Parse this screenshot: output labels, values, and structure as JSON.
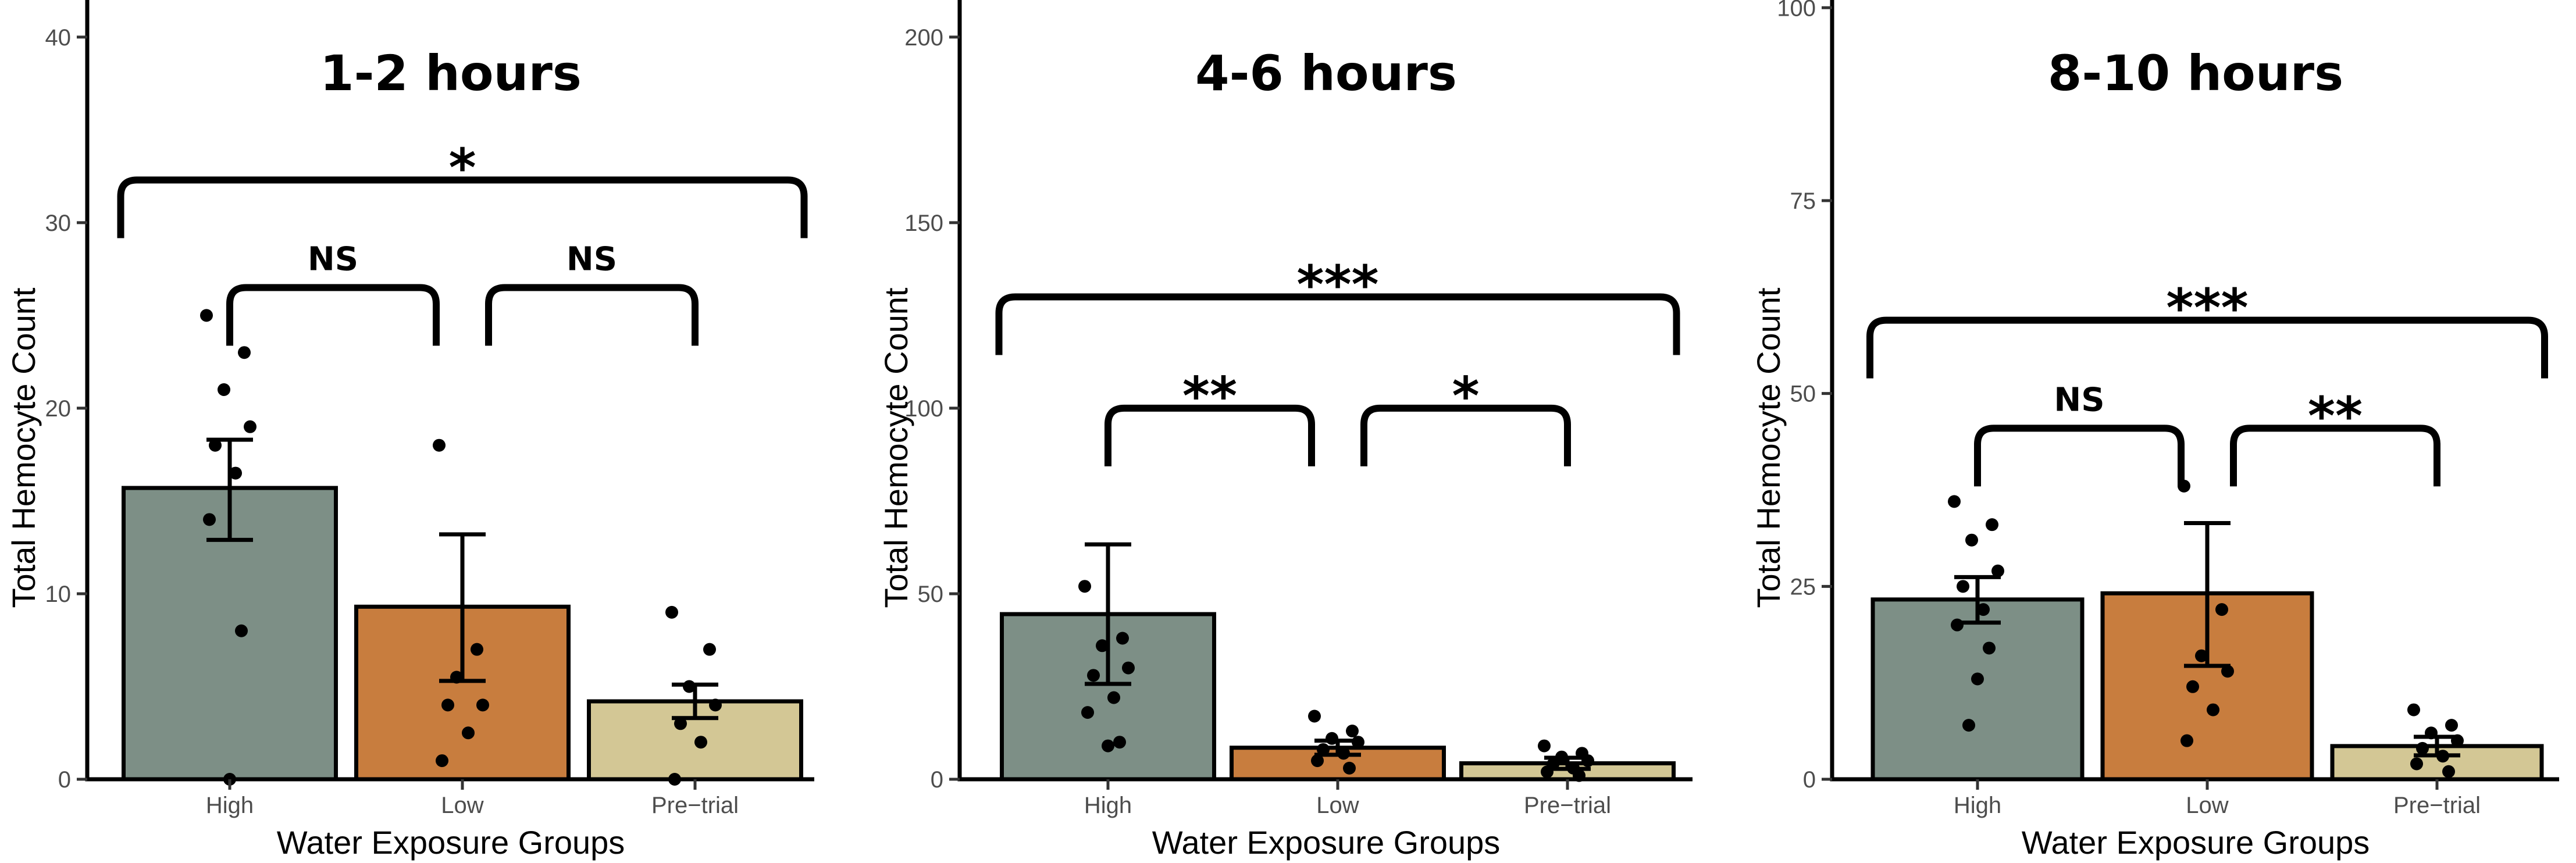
{
  "chart_data": [
    {
      "type": "bar",
      "title": "1-2 hours",
      "xlabel": "Water Exposure Groups",
      "ylabel": "Total Hemocyte Count",
      "categories": [
        "High",
        "Low",
        "Pre−trial"
      ],
      "colors": [
        "#7d8f86",
        "#c87d3e",
        "#d3c795"
      ],
      "values": [
        15.7,
        9.3,
        4.2
      ],
      "errors": [
        [
          12.9,
          18.3
        ],
        [
          5.3,
          13.2
        ],
        [
          3.3,
          5.1
        ]
      ],
      "points": [
        [
          25,
          23,
          21,
          19,
          18,
          16.5,
          14,
          8,
          0
        ],
        [
          18,
          7,
          5.5,
          4,
          4,
          2.5,
          1
        ],
        [
          9,
          7,
          5,
          4,
          3,
          2,
          0
        ]
      ],
      "ylim": [
        0,
        42
      ],
      "yticks": [
        0,
        10,
        20,
        30,
        40
      ],
      "comparisons": [
        {
          "from": 0,
          "to": 2,
          "level": 32.3,
          "label": "*"
        },
        {
          "from": 0,
          "to": 1,
          "level": 26.5,
          "label": "NS"
        },
        {
          "from": 1,
          "to": 2,
          "level": 26.5,
          "label": "NS"
        }
      ]
    },
    {
      "type": "bar",
      "title": "4-6 hours",
      "xlabel": "Water Exposure Groups",
      "ylabel": "Total Hemocyte Count",
      "categories": [
        "High",
        "Low",
        "Pre−trial"
      ],
      "colors": [
        "#7d8f86",
        "#c87d3e",
        "#d3c795"
      ],
      "values": [
        44.5,
        8.5,
        4.3
      ],
      "errors": [
        [
          25.7,
          63.3
        ],
        [
          6.6,
          10.4
        ],
        [
          2.8,
          5.8
        ]
      ],
      "points": [
        [
          52,
          38,
          36,
          30,
          28,
          22,
          18,
          10,
          9
        ],
        [
          17,
          13,
          11,
          10,
          8,
          7,
          5,
          3
        ],
        [
          9,
          7,
          6,
          5,
          4,
          3,
          2,
          1
        ]
      ],
      "ylim": [
        0,
        210
      ],
      "yticks": [
        0,
        50,
        100,
        150,
        200
      ],
      "comparisons": [
        {
          "from": 0,
          "to": 2,
          "level": 130,
          "label": "***"
        },
        {
          "from": 0,
          "to": 1,
          "level": 100,
          "label": "**"
        },
        {
          "from": 1,
          "to": 2,
          "level": 100,
          "label": "*"
        }
      ]
    },
    {
      "type": "bar",
      "title": "8-10 hours",
      "xlabel": "Water Exposure Groups",
      "ylabel": "Total Hemocyte Count",
      "categories": [
        "High",
        "Low",
        "Pre−trial"
      ],
      "colors": [
        "#7d8f86",
        "#c87d3e",
        "#d3c795"
      ],
      "values": [
        23.3,
        24.1,
        4.3
      ],
      "errors": [
        [
          20.3,
          26.2
        ],
        [
          14.7,
          33.2
        ],
        [
          3.1,
          5.5
        ]
      ],
      "points": [
        [
          36,
          33,
          31,
          27,
          25,
          22,
          20,
          17,
          13,
          7
        ],
        [
          38,
          22,
          16,
          14,
          12,
          9,
          5
        ],
        [
          9,
          7,
          6,
          5,
          4,
          3,
          2,
          1
        ]
      ],
      "ylim": [
        0,
        101
      ],
      "yticks": [
        0,
        25,
        50,
        75,
        100
      ],
      "comparisons": [
        {
          "from": 0,
          "to": 2,
          "level": 59.5,
          "label": "***"
        },
        {
          "from": 0,
          "to": 1,
          "level": 45.5,
          "label": "NS"
        },
        {
          "from": 1,
          "to": 2,
          "level": 45.5,
          "label": "**"
        }
      ]
    }
  ]
}
